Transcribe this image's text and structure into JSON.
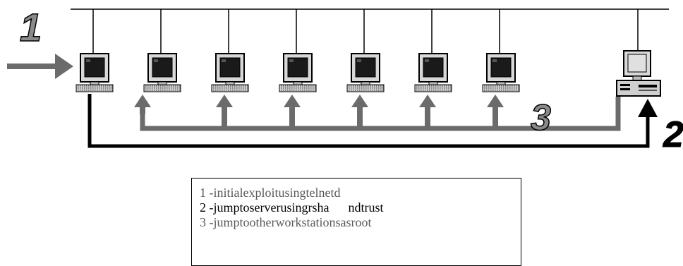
{
  "markers": {
    "step1": "1",
    "step2": "2",
    "step3": "3"
  },
  "legend": {
    "line1": "1 -initialexploitusingtelnetd",
    "line2": "2 -jumptoserverusingrsha      ndtrust",
    "line3": "3 -jumptootherworkstationsasroot"
  },
  "colors": {
    "gray_path": "#6b6b6b",
    "black_path": "#000000",
    "monitor_screen": "#1a1a1a",
    "server_screen": "#e0e0e0"
  }
}
